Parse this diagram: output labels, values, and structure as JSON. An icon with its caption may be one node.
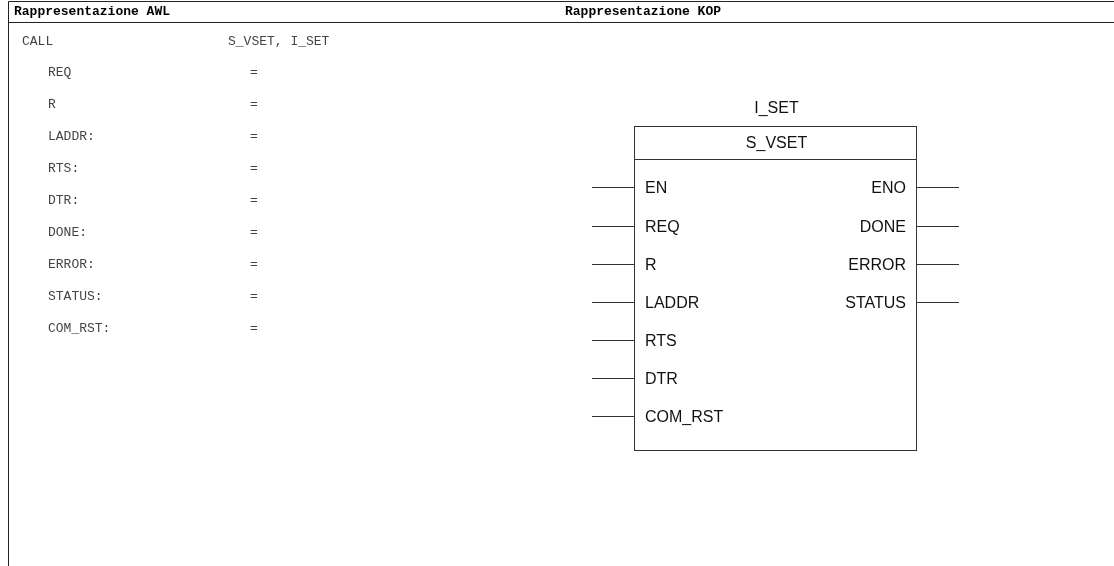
{
  "diagram": {
    "nodes": [
      {
        "text": [
          "I_SET",
          "S_VSET",
          "EN",
          "REQ",
          "R",
          "LADDR",
          "RTS",
          "DTR",
          "COM_RST",
          "ENO",
          "DONE",
          "ERROR",
          "STATUS"
        ]
      }
    ],
    "edges": [],
    "labels": [
      "Rappresentazione AWL",
      "Rappresentazione KOP",
      "CALL",
      "S_VSET, I_SET",
      "REQ",
      "=",
      "R",
      "=",
      "LADDR:",
      "=",
      "RTS:",
      "=",
      "DTR:",
      "=",
      "DONE:",
      "=",
      "ERROR:",
      "=",
      "STATUS:",
      "=",
      "COM_RST:",
      "="
    ]
  }
}
